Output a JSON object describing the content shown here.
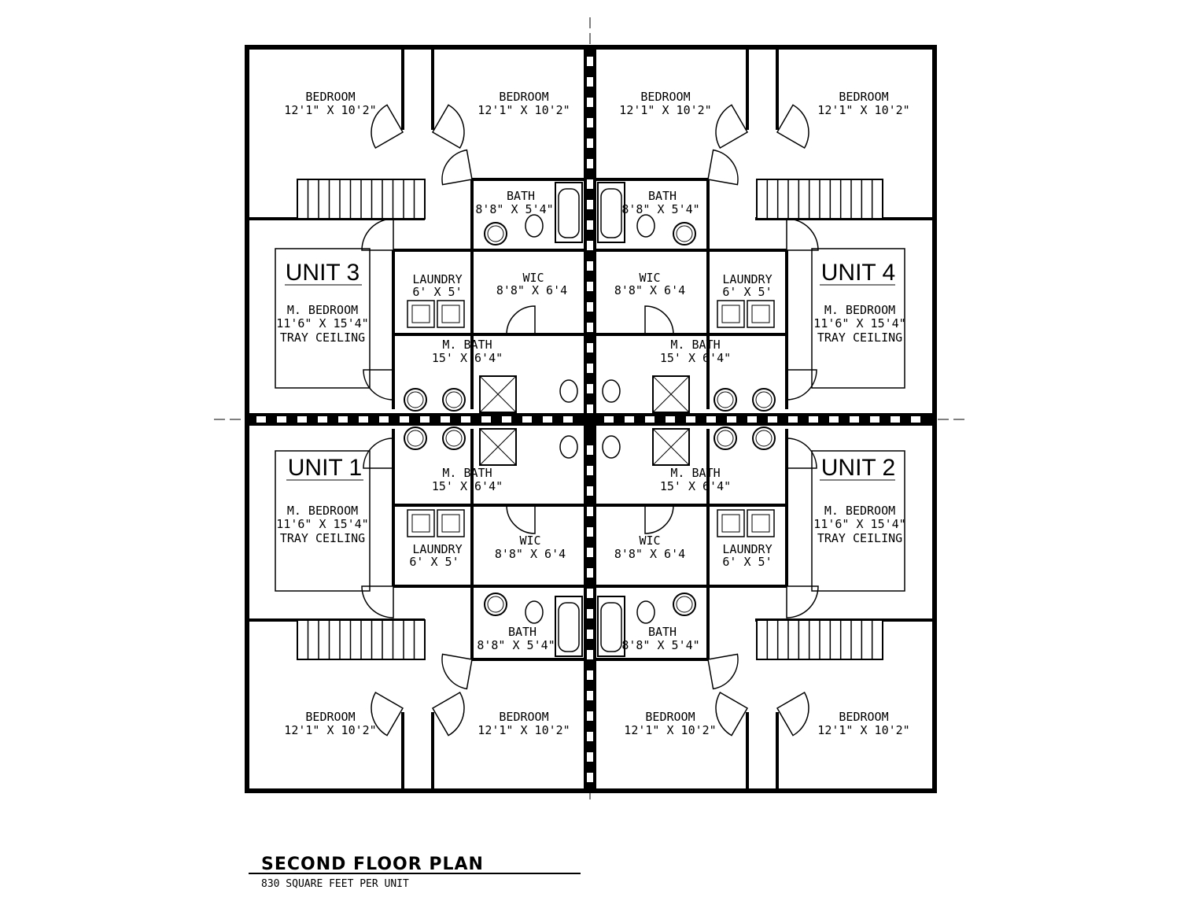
{
  "units": [
    {
      "label": "UNIT 3",
      "mbed_name": "M. BEDROOM",
      "mbed_size": "11'6\" X 15'4\"",
      "ceiling": "TRAY CEILING"
    },
    {
      "label": "UNIT 4",
      "mbed_name": "M. BEDROOM",
      "mbed_size": "11'6\" X 15'4\"",
      "ceiling": "TRAY CEILING"
    },
    {
      "label": "UNIT 1",
      "mbed_name": "M. BEDROOM",
      "mbed_size": "11'6\" X 15'4\"",
      "ceiling": "TRAY CEILING"
    },
    {
      "label": "UNIT 2",
      "mbed_name": "M. BEDROOM",
      "mbed_size": "11'6\" X 15'4\"",
      "ceiling": "TRAY CEILING"
    }
  ],
  "bedroom": {
    "name": "BEDROOM",
    "size": "12'1\" X 10'2\""
  },
  "bath": {
    "name": "BATH",
    "size": "8'8\" X 5'4\""
  },
  "wic": {
    "name": "WIC",
    "size": "8'8\" X 6'4"
  },
  "laundry": {
    "name": "LAUNDRY",
    "size": "6' X 5'"
  },
  "mbath": {
    "name": "M. BATH",
    "size": "15' X 6'4\""
  },
  "title": "SECOND FLOOR PLAN",
  "subtitle": "830 SQUARE FEET PER UNIT"
}
